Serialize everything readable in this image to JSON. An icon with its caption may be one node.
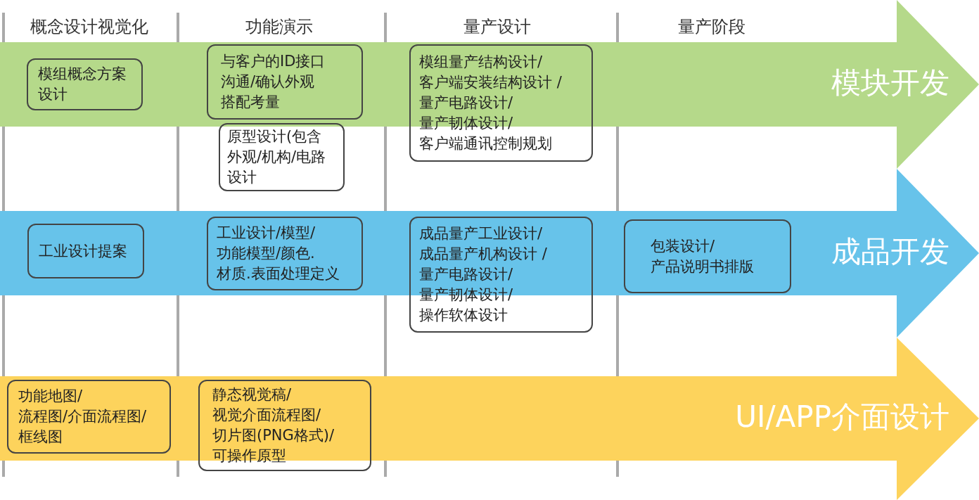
{
  "diagram": {
    "nodes": [
      {
        "text": [
          "模块开发"
        ]
      },
      {
        "text": [
          "模组概念方案设计"
        ],
        "in": 0
      },
      {
        "text": [
          "与客户的ID接口沟通/确认外观搭配考量"
        ],
        "in": 0
      },
      {
        "text": [
          "模组量产结构设计/客户端安装结构设计 /量产电路设计/量产韧体设计/客户端通讯控制规划"
        ],
        "in": 0
      },
      {
        "text": [
          "原型设计(包含外观/机构/电路设计"
        ]
      },
      {
        "text": [
          "成品开发"
        ]
      },
      {
        "text": [
          "工业设计提案"
        ],
        "in": 5
      },
      {
        "text": [
          "工业设计/模型/功能模型/颜色.材质.表面处理定义"
        ],
        "in": 5
      },
      {
        "text": [
          "成品量产工业设计/成品量产机构设计 /量产电路设计/量产韧体设计/操作软体设计"
        ],
        "in": 5
      },
      {
        "text": [
          "包装设计/产品说明书排版"
        ],
        "in": 5
      },
      {
        "text": [
          "UI/APP介面设计"
        ]
      },
      {
        "text": [
          "功能地图/流程图/介面流程图/框线图"
        ],
        "in": 10
      },
      {
        "text": [
          "静态视觉稿/视觉介面流程图/切片图(PNG格式)/可操作原型"
        ],
        "in": 10
      }
    ],
    "labels": [
      "概念设计视觉化",
      "功能演示",
      "量产设计",
      "量产阶段"
    ]
  }
}
